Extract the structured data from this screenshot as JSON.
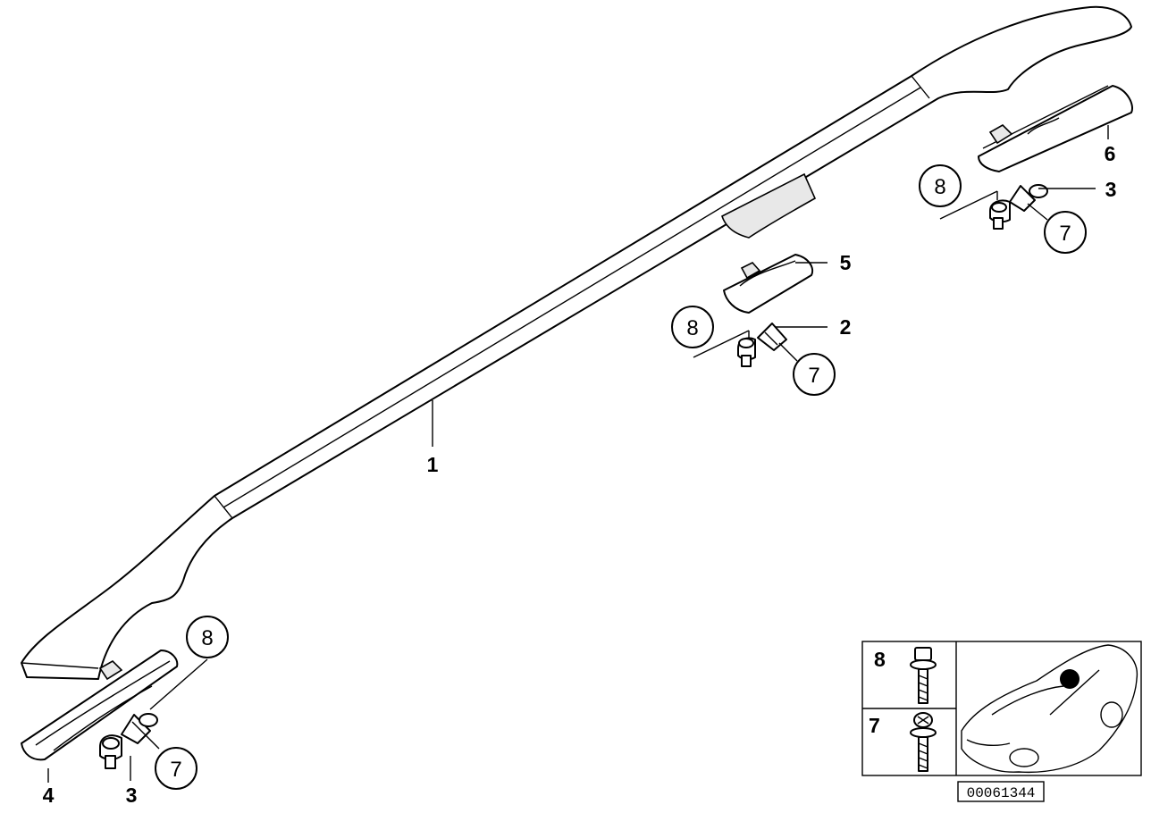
{
  "diagram": {
    "reference_number": "00061344",
    "parts": [
      {
        "id": "rail",
        "label": "1"
      },
      {
        "id": "middle-bracket",
        "label": "2"
      },
      {
        "id": "bracket-front",
        "label": "3"
      },
      {
        "id": "bracket-rear",
        "label": "3"
      },
      {
        "id": "front-cover",
        "label": "4"
      },
      {
        "id": "middle-cover",
        "label": "5"
      },
      {
        "id": "rear-cover",
        "label": "6"
      }
    ],
    "callouts": {
      "screw8": "8",
      "screw7": "7"
    },
    "legend": [
      {
        "label": "8"
      },
      {
        "label": "7"
      }
    ]
  }
}
